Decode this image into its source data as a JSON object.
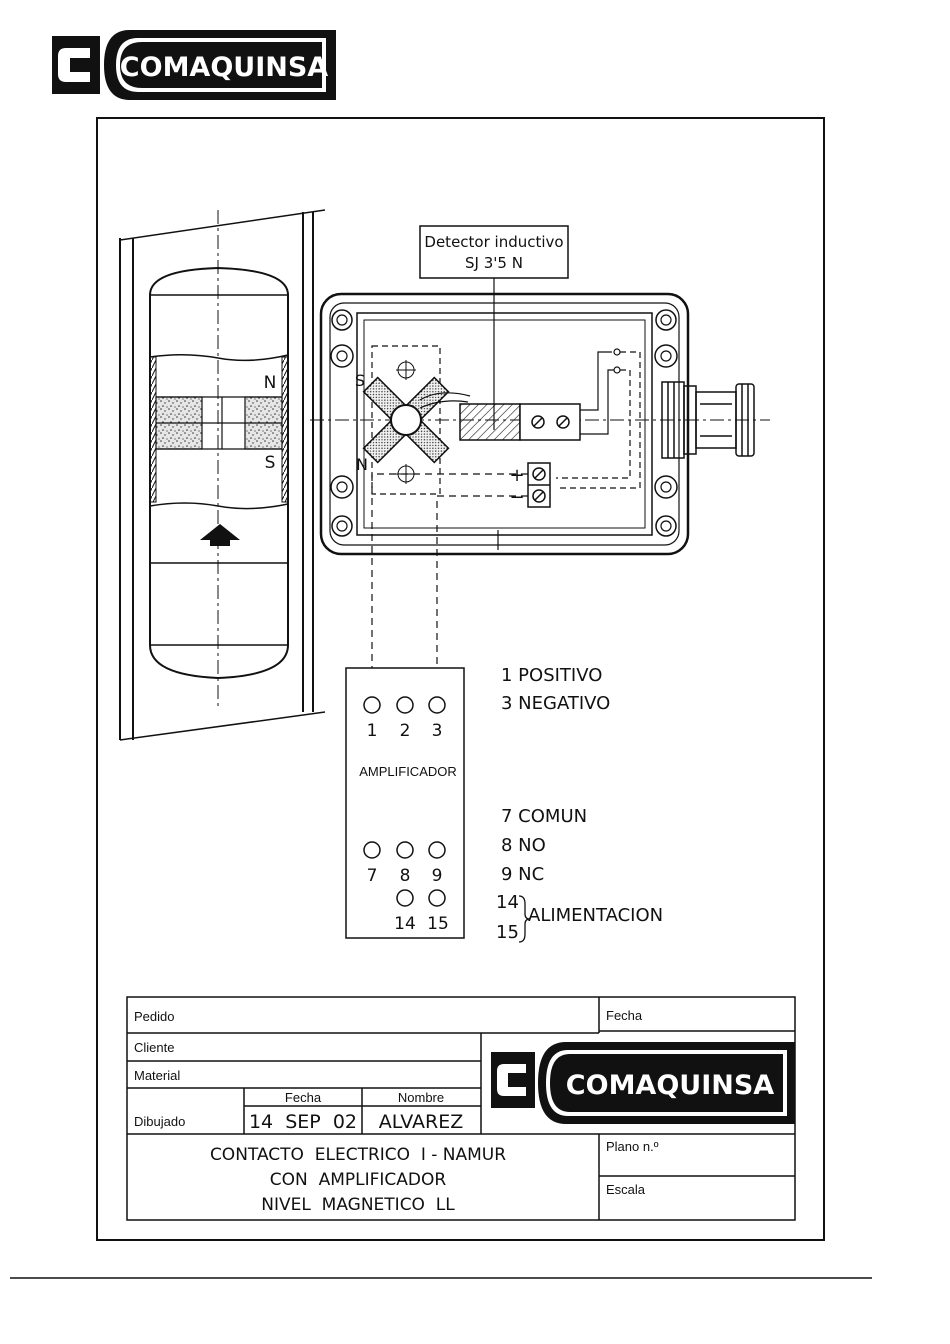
{
  "header": {
    "brand": "COMAQUINSA",
    "logo_letter": "C"
  },
  "detector": {
    "line1": "Detector inductivo",
    "line2": "SJ 3'5 N"
  },
  "float": {
    "north": "N",
    "south": "S"
  },
  "magnet": {
    "south": "S",
    "north": "N"
  },
  "terminals": {
    "plus": "+",
    "minus": "−"
  },
  "amplifier": {
    "label": "AMPLIFICADOR",
    "top_numbers": [
      "1",
      "2",
      "3"
    ],
    "mid_numbers": [
      "7",
      "8",
      "9"
    ],
    "bottom_numbers": [
      "14",
      "15"
    ]
  },
  "legend": {
    "items": [
      "1 POSITIVO",
      "3 NEGATIVO",
      "7 COMUN",
      "8 NO",
      "9 NC"
    ],
    "power_numbers": [
      "14",
      "15"
    ],
    "power_label": "ALIMENTACION"
  },
  "title_block": {
    "pedido": "Pedido",
    "fecha_label": "Fecha",
    "cliente": "Cliente",
    "material": "Material",
    "fecha_col": "Fecha",
    "nombre_col": "Nombre",
    "dibujado": "Dibujado",
    "date_value": "14  SEP  02",
    "name_value": "ALVAREZ",
    "title_lines": [
      "CONTACTO  ELECTRICO  I - NAMUR",
      "CON  AMPLIFICADOR",
      "NIVEL  MAGNETICO  LL"
    ],
    "plano": "Plano n.º",
    "escala": "Escala",
    "brand": "COMAQUINSA",
    "logo_letter": "C"
  }
}
